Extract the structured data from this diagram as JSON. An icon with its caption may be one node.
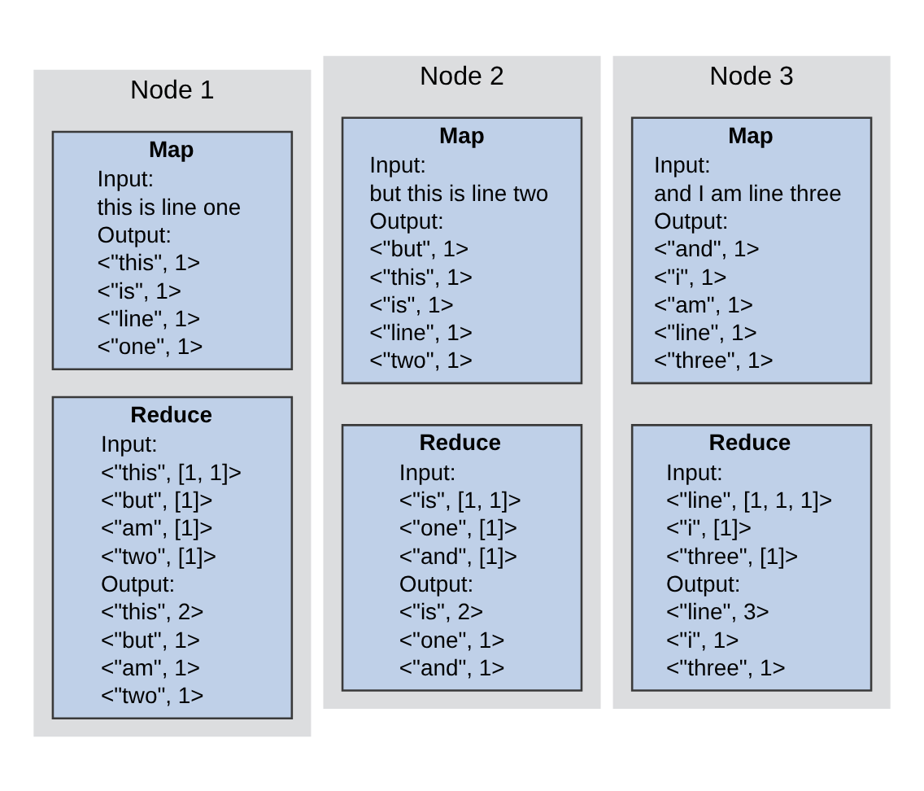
{
  "diagram": {
    "nodes": [
      {
        "text": [
          "Node 1"
        ]
      },
      {
        "text": [
          "Map",
          "Input:",
          "this is line one",
          "Output:",
          "<\"this\", 1>",
          "<\"is\", 1>",
          "<\"line\", 1>",
          "<\"one\", 1>"
        ],
        "in": 0
      },
      {
        "text": [
          "Reduce",
          "Input:",
          "<\"this\", [1, 1]>",
          "<\"but\", [1]>",
          "<\"am\", [1]>",
          "<\"two\", [1]>",
          "Output:",
          "<\"this\", 2>",
          "<\"but\", 1>",
          "<\"am\", 1>",
          "<\"two\", 1>"
        ],
        "in": 0
      },
      {
        "text": [
          "Node 2"
        ]
      },
      {
        "text": [
          "Map",
          "Input:",
          "but this is line two",
          "Output:",
          "<\"but\", 1>",
          "<\"this\", 1>",
          "<\"is\", 1>",
          "<\"line\", 1>",
          "<\"two\", 1>"
        ],
        "in": 3
      },
      {
        "text": [
          "Reduce",
          "Input:",
          "<\"is\", [1, 1]>",
          "<\"one\", [1]>",
          "<\"and\", [1]>",
          "Output:",
          "<\"is\", 2>",
          "<\"one\", 1>",
          "<\"and\", 1>"
        ],
        "in": 3
      },
      {
        "text": [
          "Node 3"
        ]
      },
      {
        "text": [
          "Map",
          "Input:",
          "and I am line three",
          "Output:",
          "<\"and\", 1>",
          "<\"i\", 1>",
          "<\"am\", 1>",
          "<\"line\", 1>",
          "<\"three\", 1>"
        ],
        "in": 6
      },
      {
        "text": [
          "Reduce",
          "Input:",
          "<\"line\", [1, 1, 1]>",
          "<\"i\", [1]>",
          "<\"three\", [1]>",
          "Output:",
          "<\"line\", 3>",
          "<\"i\", 1>",
          "<\"three\", 1>"
        ],
        "in": 6
      }
    ],
    "edges": []
  }
}
